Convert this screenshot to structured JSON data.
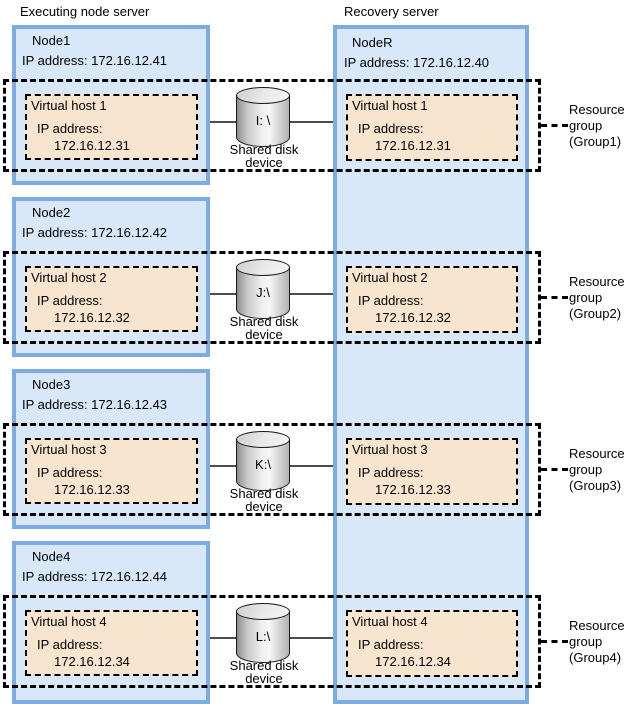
{
  "page": {
    "left_column_label": "Executing node server",
    "right_column_label": "Recovery server"
  },
  "recovery_node": {
    "title": "NodeR",
    "ip": "IP address: 172.16.12.40"
  },
  "rows": [
    {
      "node": {
        "title": "Node1",
        "ip": "IP address: 172.16.12.41"
      },
      "virtual_host": {
        "title": "Virtual host 1",
        "ip_label": "IP address:",
        "ip_value": "172.16.12.31"
      },
      "recovery_virtual_host": {
        "title": "Virtual host 1",
        "ip_label": "IP address:",
        "ip_value": "172.16.12.31"
      },
      "shared_disk": {
        "drive": "I: \\",
        "caption_line1": "Shared disk",
        "caption_line2": "device"
      },
      "resource_group": {
        "line1": "Resource",
        "line2": "group",
        "line3": "(Group1)"
      }
    },
    {
      "node": {
        "title": "Node2",
        "ip": "IP address: 172.16.12.42"
      },
      "virtual_host": {
        "title": "Virtual host 2",
        "ip_label": "IP address:",
        "ip_value": "172.16.12.32"
      },
      "recovery_virtual_host": {
        "title": "Virtual host 2",
        "ip_label": "IP address:",
        "ip_value": "172.16.12.32"
      },
      "shared_disk": {
        "drive": "J:\\",
        "caption_line1": "Shared disk",
        "caption_line2": "device"
      },
      "resource_group": {
        "line1": "Resource",
        "line2": "group",
        "line3": "(Group2)"
      }
    },
    {
      "node": {
        "title": "Node3",
        "ip": "IP address: 172.16.12.43"
      },
      "virtual_host": {
        "title": "Virtual host 3",
        "ip_label": "IP address:",
        "ip_value": "172.16.12.33"
      },
      "recovery_virtual_host": {
        "title": "Virtual host 3",
        "ip_label": "IP address:",
        "ip_value": "172.16.12.33"
      },
      "shared_disk": {
        "drive": "K:\\",
        "caption_line1": "Shared disk",
        "caption_line2": "device"
      },
      "resource_group": {
        "line1": "Resource",
        "line2": "group",
        "line3": "(Group3)"
      }
    },
    {
      "node": {
        "title": "Node4",
        "ip": "IP address: 172.16.12.44"
      },
      "virtual_host": {
        "title": "Virtual host 4",
        "ip_label": "IP address:",
        "ip_value": "172.16.12.34"
      },
      "recovery_virtual_host": {
        "title": "Virtual host 4",
        "ip_label": "IP address:",
        "ip_value": "172.16.12.34"
      },
      "shared_disk": {
        "drive": "L:\\",
        "caption_line1": "Shared disk",
        "caption_line2": "device"
      },
      "resource_group": {
        "line1": "Resource",
        "line2": "group",
        "line3": "(Group4)"
      }
    }
  ],
  "colors": {
    "node_fill": "#d8e8f9",
    "node_border": "#7cace0",
    "virtual_host_fill": "#f7e5d0",
    "dashed_border": "#000000",
    "connection_line": "#4d4d4d"
  }
}
